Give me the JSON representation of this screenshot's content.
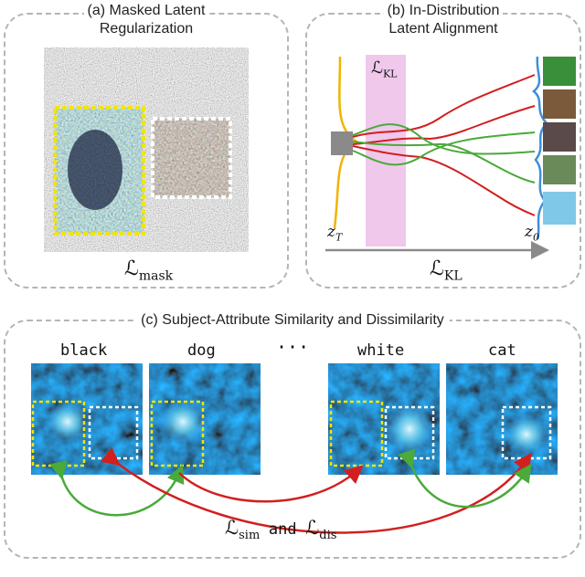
{
  "panel_a": {
    "title_line1": "(a) Masked Latent",
    "title_line2": "Regularization",
    "loss_main": "ℒ",
    "loss_sub": "mask"
  },
  "panel_b": {
    "title_line1": "(b) In-Distribution",
    "title_line2": "Latent Alignment",
    "band_label_main": "ℒ",
    "band_label_sub": "KL",
    "z_left_main": "z",
    "z_left_sub": "T",
    "z_right_main": "z",
    "z_right_sub": "0",
    "loss_main": "ℒ",
    "loss_sub": "KL"
  },
  "panel_c": {
    "title": "(c) Subject-Attribute Similarity and Dissimilarity",
    "words": [
      "black",
      "dog",
      "white",
      "cat"
    ],
    "ellipsis": "···",
    "loss_sim_main": "ℒ",
    "loss_sim_sub": "sim",
    "and_word": "and",
    "loss_dis_main": "ℒ",
    "loss_dis_sub": "dis"
  },
  "colors": {
    "panel_border": "#b5b5b5",
    "yellow_box": "#f2e500",
    "white_box": "#ffffff",
    "kl_band": "#f0c8ec",
    "red": "#d21f1f",
    "green": "#4aaa3a",
    "blue": "#3f8fd8",
    "orange": "#f0b400"
  }
}
